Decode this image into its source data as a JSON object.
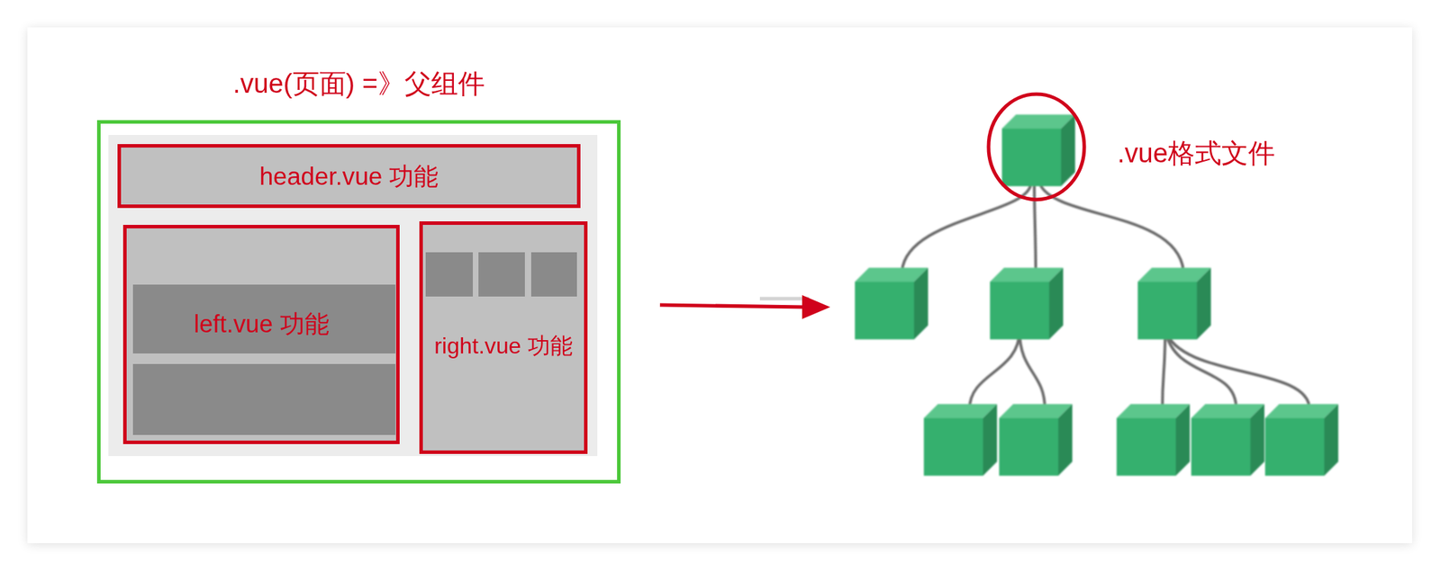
{
  "diagram": {
    "nodes": [
      {
        "text": [
          ".vue(页面) =》父组件"
        ]
      },
      {
        "text": [
          "header.vue 功能"
        ],
        "in": 0
      },
      {
        "text": [
          "left.vue 功能"
        ],
        "in": 0
      },
      {
        "text": [
          "right.vue 功能"
        ],
        "in": 0
      }
    ],
    "labels": [
      ".vue格式文件"
    ]
  }
}
